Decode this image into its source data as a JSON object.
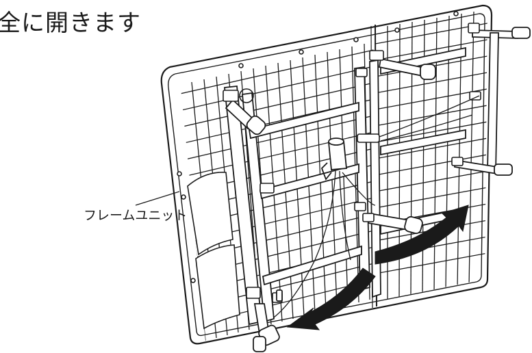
{
  "heading": {
    "text": "全に開きます"
  },
  "callout": {
    "label": "フレームユニット"
  },
  "icons": {
    "bed_frame": "folding-bed-frame-illustration",
    "arrow_left": "curved-arrow-down-left-icon",
    "arrow_right": "curved-arrow-up-right-icon"
  },
  "colors": {
    "line": "#1a1a1a",
    "background": "#ffffff"
  }
}
